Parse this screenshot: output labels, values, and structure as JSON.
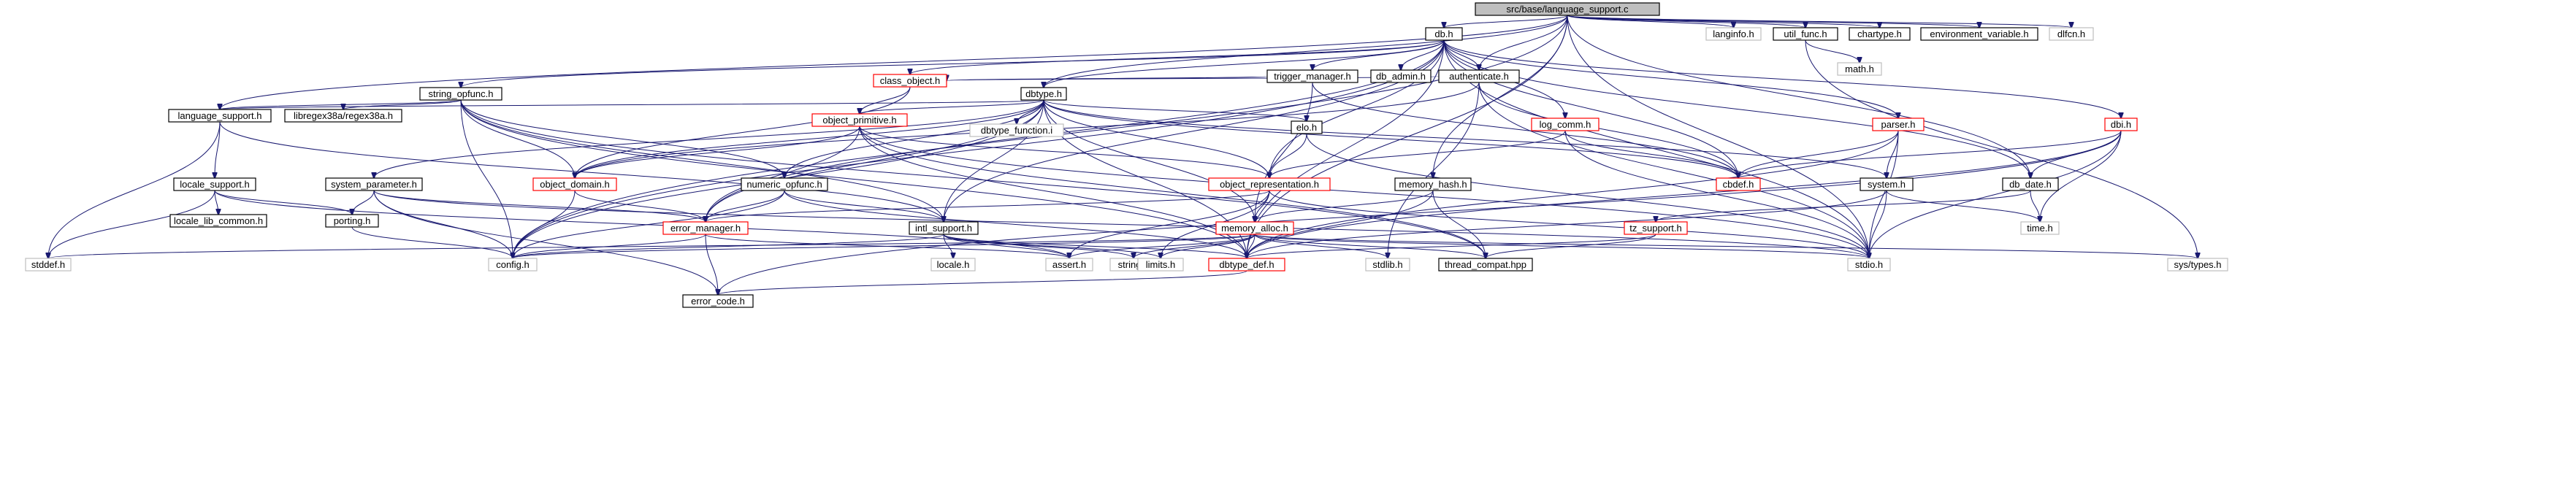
{
  "graph": {
    "style": {
      "edge_color": "#191970",
      "border_black": "#000000",
      "border_red": "#ff0000",
      "border_gray": "#bfbfbf",
      "root_fill": "#bfbfbf",
      "text_color": "#000000"
    },
    "nodes": [
      {
        "id": "root",
        "label": "src/base/language_support.c",
        "kind": "root"
      },
      {
        "id": "db_h",
        "label": "db.h",
        "kind": "normal"
      },
      {
        "id": "langinfo_h",
        "label": "langinfo.h",
        "kind": "leaf"
      },
      {
        "id": "util_func_h",
        "label": "util_func.h",
        "kind": "normal"
      },
      {
        "id": "chartype_h",
        "label": "chartype.h",
        "kind": "normal"
      },
      {
        "id": "environment_variable_h",
        "label": "environment_variable.h",
        "kind": "normal"
      },
      {
        "id": "dlfcn_h",
        "label": "dlfcn.h",
        "kind": "leaf"
      },
      {
        "id": "math_h",
        "label": "math.h",
        "kind": "leaf"
      },
      {
        "id": "trigger_manager_h",
        "label": "trigger_manager.h",
        "kind": "normal"
      },
      {
        "id": "db_admin_h",
        "label": "db_admin.h",
        "kind": "normal"
      },
      {
        "id": "authenticate_h",
        "label": "authenticate.h",
        "kind": "normal"
      },
      {
        "id": "class_object_h",
        "label": "class_object.h",
        "kind": "red"
      },
      {
        "id": "dbtype_h",
        "label": "dbtype.h",
        "kind": "normal"
      },
      {
        "id": "string_opfunc_h",
        "label": "string_opfunc.h",
        "kind": "normal"
      },
      {
        "id": "language_support_h",
        "label": "language_support.h",
        "kind": "normal"
      },
      {
        "id": "libregex38a_h",
        "label": "libregex38a/regex38a.h",
        "kind": "normal"
      },
      {
        "id": "dbtype_function_i",
        "label": "dbtype_function.i",
        "kind": "leaf"
      },
      {
        "id": "object_primitive_h",
        "label": "object_primitive.h",
        "kind": "red"
      },
      {
        "id": "elo_h",
        "label": "elo.h",
        "kind": "normal"
      },
      {
        "id": "log_comm_h",
        "label": "log_comm.h",
        "kind": "red"
      },
      {
        "id": "parser_h",
        "label": "parser.h",
        "kind": "red"
      },
      {
        "id": "dbi_h",
        "label": "dbi.h",
        "kind": "red"
      },
      {
        "id": "cbdef_h",
        "label": "cbdef.h",
        "kind": "red"
      },
      {
        "id": "system_h",
        "label": "system.h",
        "kind": "normal"
      },
      {
        "id": "db_date_h",
        "label": "db_date.h",
        "kind": "normal"
      },
      {
        "id": "locale_support_h",
        "label": "locale_support.h",
        "kind": "normal"
      },
      {
        "id": "system_parameter_h",
        "label": "system_parameter.h",
        "kind": "normal"
      },
      {
        "id": "object_domain_h",
        "label": "object_domain.h",
        "kind": "red"
      },
      {
        "id": "numeric_opfunc_h",
        "label": "numeric_opfunc.h",
        "kind": "normal"
      },
      {
        "id": "object_representation_h",
        "label": "object_representation.h",
        "kind": "red"
      },
      {
        "id": "memory_hash_h",
        "label": "memory_hash.h",
        "kind": "normal"
      },
      {
        "id": "locale_lib_common_h",
        "label": "locale_lib_common.h",
        "kind": "normal"
      },
      {
        "id": "porting_h",
        "label": "porting.h",
        "kind": "normal"
      },
      {
        "id": "error_manager_h",
        "label": "error_manager.h",
        "kind": "red"
      },
      {
        "id": "intl_support_h",
        "label": "intl_support.h",
        "kind": "normal"
      },
      {
        "id": "memory_alloc_h",
        "label": "memory_alloc.h",
        "kind": "red"
      },
      {
        "id": "tz_support_h",
        "label": "tz_support.h",
        "kind": "red"
      },
      {
        "id": "time_h",
        "label": "time.h",
        "kind": "leaf"
      },
      {
        "id": "stddef_h",
        "label": "stddef.h",
        "kind": "leaf"
      },
      {
        "id": "config_h",
        "label": "config.h",
        "kind": "leaf"
      },
      {
        "id": "locale_h",
        "label": "locale.h",
        "kind": "leaf"
      },
      {
        "id": "assert_h",
        "label": "assert.h",
        "kind": "leaf"
      },
      {
        "id": "string_h",
        "label": "string.h",
        "kind": "leaf"
      },
      {
        "id": "limits_h",
        "label": "limits.h",
        "kind": "leaf"
      },
      {
        "id": "dbtype_def_h",
        "label": "dbtype_def.h",
        "kind": "red"
      },
      {
        "id": "stdlib_h",
        "label": "stdlib.h",
        "kind": "leaf"
      },
      {
        "id": "thread_compat_hpp",
        "label": "thread_compat.hpp",
        "kind": "normal"
      },
      {
        "id": "stdio_h",
        "label": "stdio.h",
        "kind": "leaf"
      },
      {
        "id": "sys_types_h",
        "label": "sys/types.h",
        "kind": "leaf"
      },
      {
        "id": "error_code_h",
        "label": "error_code.h",
        "kind": "normal"
      }
    ],
    "edges": [
      [
        "root",
        "db_h"
      ],
      [
        "root",
        "langinfo_h"
      ],
      [
        "root",
        "util_func_h"
      ],
      [
        "root",
        "chartype_h"
      ],
      [
        "root",
        "environment_variable_h"
      ],
      [
        "root",
        "dlfcn_h"
      ],
      [
        "root",
        "config_h"
      ],
      [
        "root",
        "language_support_h"
      ],
      [
        "root",
        "dbtype_h"
      ],
      [
        "root",
        "authenticate_h"
      ],
      [
        "root",
        "memory_hash_h"
      ],
      [
        "root",
        "db_date_h"
      ],
      [
        "root",
        "stdio_h"
      ],
      [
        "root",
        "dbtype_def_h"
      ],
      [
        "util_func_h",
        "math_h"
      ],
      [
        "util_func_h",
        "sys_types_h"
      ],
      [
        "db_h",
        "trigger_manager_h"
      ],
      [
        "db_h",
        "db_admin_h"
      ],
      [
        "db_h",
        "authenticate_h"
      ],
      [
        "db_h",
        "dbtype_h"
      ],
      [
        "db_h",
        "log_comm_h"
      ],
      [
        "db_h",
        "parser_h"
      ],
      [
        "db_h",
        "dbi_h"
      ],
      [
        "db_h",
        "cbdef_h"
      ],
      [
        "db_h",
        "intl_support_h"
      ],
      [
        "db_h",
        "object_representation_h"
      ],
      [
        "db_h",
        "error_manager_h"
      ],
      [
        "db_h",
        "config_h"
      ],
      [
        "db_h",
        "dbtype_def_h"
      ],
      [
        "db_h",
        "db_date_h"
      ],
      [
        "db_h",
        "stdio_h"
      ],
      [
        "db_h",
        "string_opfunc_h"
      ],
      [
        "db_h",
        "class_object_h"
      ],
      [
        "trigger_manager_h",
        "class_object_h"
      ],
      [
        "trigger_manager_h",
        "memory_alloc_h"
      ],
      [
        "trigger_manager_h",
        "cbdef_h"
      ],
      [
        "authenticate_h",
        "class_object_h"
      ],
      [
        "authenticate_h",
        "cbdef_h"
      ],
      [
        "authenticate_h",
        "stdio_h"
      ],
      [
        "authenticate_h",
        "stdlib_h"
      ],
      [
        "authenticate_h",
        "object_domain_h"
      ],
      [
        "class_object_h",
        "object_domain_h"
      ],
      [
        "class_object_h",
        "object_primitive_h"
      ],
      [
        "dbtype_h",
        "language_support_h"
      ],
      [
        "dbtype_h",
        "dbtype_function_i"
      ],
      [
        "dbtype_h",
        "object_primitive_h"
      ],
      [
        "dbtype_h",
        "elo_h"
      ],
      [
        "dbtype_h",
        "system_parameter_h"
      ],
      [
        "dbtype_h",
        "object_domain_h"
      ],
      [
        "dbtype_h",
        "error_manager_h"
      ],
      [
        "dbtype_h",
        "numeric_opfunc_h"
      ],
      [
        "dbtype_h",
        "intl_support_h"
      ],
      [
        "dbtype_h",
        "memory_alloc_h"
      ],
      [
        "dbtype_h",
        "dbtype_def_h"
      ],
      [
        "dbtype_h",
        "config_h"
      ],
      [
        "dbtype_h",
        "system_h"
      ],
      [
        "dbtype_h",
        "cbdef_h"
      ],
      [
        "dbtype_h",
        "object_representation_h"
      ],
      [
        "string_opfunc_h",
        "language_support_h"
      ],
      [
        "string_opfunc_h",
        "libregex38a_h"
      ],
      [
        "string_opfunc_h",
        "object_domain_h"
      ],
      [
        "string_opfunc_h",
        "intl_support_h"
      ],
      [
        "string_opfunc_h",
        "numeric_opfunc_h"
      ],
      [
        "string_opfunc_h",
        "config_h"
      ],
      [
        "string_opfunc_h",
        "dbtype_def_h"
      ],
      [
        "string_opfunc_h",
        "thread_compat_hpp"
      ],
      [
        "language_support_h",
        "locale_support_h"
      ],
      [
        "language_support_h",
        "intl_support_h"
      ],
      [
        "language_support_h",
        "stddef_h"
      ],
      [
        "object_primitive_h",
        "object_domain_h"
      ],
      [
        "object_primitive_h",
        "error_manager_h"
      ],
      [
        "object_primitive_h",
        "object_representation_h"
      ],
      [
        "object_primitive_h",
        "dbtype_def_h"
      ],
      [
        "object_primitive_h",
        "thread_compat_hpp"
      ],
      [
        "object_primitive_h",
        "stdio_h"
      ],
      [
        "elo_h",
        "object_representation_h"
      ],
      [
        "elo_h",
        "stdio_h"
      ],
      [
        "log_comm_h",
        "cbdef_h"
      ],
      [
        "log_comm_h",
        "object_representation_h"
      ],
      [
        "log_comm_h",
        "stdio_h"
      ],
      [
        "parser_h",
        "cbdef_h"
      ],
      [
        "parser_h",
        "system_h"
      ],
      [
        "parser_h",
        "stdio_h"
      ],
      [
        "parser_h",
        "dbtype_def_h"
      ],
      [
        "dbi_h",
        "cbdef_h"
      ],
      [
        "dbi_h",
        "db_date_h"
      ],
      [
        "dbi_h",
        "time_h"
      ],
      [
        "dbi_h",
        "stdio_h"
      ],
      [
        "dbi_h",
        "error_code_h"
      ],
      [
        "dbi_h",
        "dbtype_def_h"
      ],
      [
        "system_h",
        "time_h"
      ],
      [
        "system_h",
        "stdio_h"
      ],
      [
        "system_h",
        "dbtype_def_h"
      ],
      [
        "db_date_h",
        "time_h"
      ],
      [
        "db_date_h",
        "tz_support_h"
      ],
      [
        "locale_support_h",
        "locale_lib_common_h"
      ],
      [
        "locale_support_h",
        "porting_h"
      ],
      [
        "locale_support_h",
        "stddef_h"
      ],
      [
        "locale_support_h",
        "assert_h"
      ],
      [
        "system_parameter_h",
        "porting_h"
      ],
      [
        "system_parameter_h",
        "config_h"
      ],
      [
        "system_parameter_h",
        "error_manager_h"
      ],
      [
        "system_parameter_h",
        "error_code_h"
      ],
      [
        "system_parameter_h",
        "stdio_h"
      ],
      [
        "object_domain_h",
        "error_manager_h"
      ],
      [
        "object_domain_h",
        "config_h"
      ],
      [
        "numeric_opfunc_h",
        "error_manager_h"
      ],
      [
        "numeric_opfunc_h",
        "intl_support_h"
      ],
      [
        "numeric_opfunc_h",
        "config_h"
      ],
      [
        "numeric_opfunc_h",
        "dbtype_def_h"
      ],
      [
        "object_representation_h",
        "error_manager_h"
      ],
      [
        "object_representation_h",
        "memory_alloc_h"
      ],
      [
        "object_representation_h",
        "assert_h"
      ],
      [
        "object_representation_h",
        "limits_h"
      ],
      [
        "object_representation_h",
        "stdio_h"
      ],
      [
        "memory_hash_h",
        "memory_alloc_h"
      ],
      [
        "memory_hash_h",
        "dbtype_def_h"
      ],
      [
        "memory_hash_h",
        "thread_compat_hpp"
      ],
      [
        "porting_h",
        "config_h"
      ],
      [
        "error_manager_h",
        "config_h"
      ],
      [
        "error_manager_h",
        "error_code_h"
      ],
      [
        "error_manager_h",
        "assert_h"
      ],
      [
        "intl_support_h",
        "locale_h"
      ],
      [
        "intl_support_h",
        "assert_h"
      ],
      [
        "intl_support_h",
        "string_h"
      ],
      [
        "intl_support_h",
        "limits_h"
      ],
      [
        "intl_support_h",
        "dbtype_def_h"
      ],
      [
        "intl_support_h",
        "config_h"
      ],
      [
        "memory_alloc_h",
        "stddef_h"
      ],
      [
        "memory_alloc_h",
        "config_h"
      ],
      [
        "memory_alloc_h",
        "dbtype_def_h"
      ],
      [
        "memory_alloc_h",
        "thread_compat_hpp"
      ],
      [
        "memory_alloc_h",
        "assert_h"
      ],
      [
        "memory_alloc_h",
        "string_h"
      ],
      [
        "memory_alloc_h",
        "limits_h"
      ],
      [
        "memory_alloc_h",
        "stdlib_h"
      ],
      [
        "memory_alloc_h",
        "stdio_h"
      ],
      [
        "memory_alloc_h",
        "sys_types_h"
      ],
      [
        "tz_support_h",
        "thread_compat_hpp"
      ],
      [
        "tz_support_h",
        "dbtype_def_h"
      ],
      [
        "dbtype_def_h",
        "error_code_h"
      ]
    ]
  }
}
